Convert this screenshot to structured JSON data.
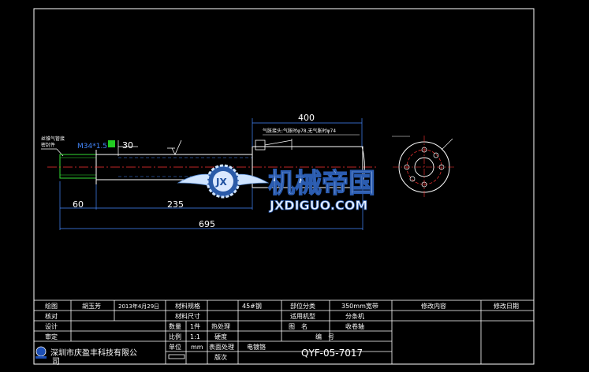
{
  "drawing": {
    "dimensions": {
      "d400": "400",
      "d30": "30",
      "d60": "60",
      "d235": "235",
      "d695": "695",
      "thread": "M34*1.5"
    },
    "notes": {
      "left_note_line1": "丝锥气管接",
      "left_note_line2": "密封件",
      "air_note": "气胀接头:气胀时φ78,无气胀时φ74"
    }
  },
  "watermark": {
    "title": "机械帝国",
    "url": "JXDIGUO.COM",
    "logo_letters": "JX"
  },
  "title_block": {
    "row1": {
      "drawn_label": "绘图",
      "drawn_name": "胡玉芳",
      "date": "2013年4月29日",
      "material_label": "材料规格",
      "material_value": "45#钢",
      "part_class_label": "部位分类",
      "part_class_value": "350mm宽带",
      "revision_content": "修改内容",
      "revision_date": "修改日期"
    },
    "row2": {
      "check_label": "核对",
      "size_label": "材料尺寸",
      "model_label": "适用机型",
      "model_value": "分条机"
    },
    "row3": {
      "design_label": "设计",
      "qty_label": "数量",
      "qty_value": "1件",
      "heat_label": "热处理",
      "name_label": "图　名",
      "name_value": "收卷轴"
    },
    "row4": {
      "approve_label": "审定",
      "scale_label": "比例",
      "scale_value": "1:1",
      "hardness_label": "硬度",
      "number_label": "编　号"
    },
    "row5": {
      "unit_label": "单位",
      "unit_value": "mm",
      "surface_label": "表面处理",
      "surface_value": "电镀铬",
      "drawing_number": "QYF-05-7017"
    },
    "row6": {
      "version_label": "版次"
    },
    "company_line1": "深圳市庆盈丰科技有限公",
    "company_line2": "司"
  }
}
